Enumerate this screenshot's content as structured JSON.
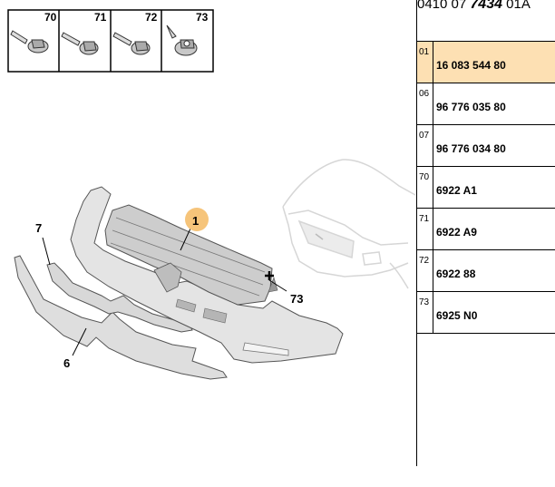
{
  "header": {
    "ref_prefix": "0410 07",
    "ref_main": "7434",
    "ref_suffix": "01A"
  },
  "hardware": [
    {
      "code": "70"
    },
    {
      "code": "71"
    },
    {
      "code": "72"
    },
    {
      "code": "73"
    }
  ],
  "callouts": {
    "bumper": "1",
    "lower_trim": "6",
    "upper_trim": "7",
    "fastener": "73"
  },
  "colors": {
    "selected_row": "#fde0b3",
    "callout_badge": "#f6c47a"
  },
  "parts": [
    {
      "code": "01",
      "ref": "16 083 544 80",
      "selected": true
    },
    {
      "code": "06",
      "ref": "96 776 035 80",
      "selected": false
    },
    {
      "code": "07",
      "ref": "96 776 034 80",
      "selected": false
    },
    {
      "code": "70",
      "ref": "6922 A1",
      "selected": false
    },
    {
      "code": "71",
      "ref": "6922 A9",
      "selected": false
    },
    {
      "code": "72",
      "ref": "6922 88",
      "selected": false
    },
    {
      "code": "73",
      "ref": "6925 N0",
      "selected": false
    }
  ]
}
